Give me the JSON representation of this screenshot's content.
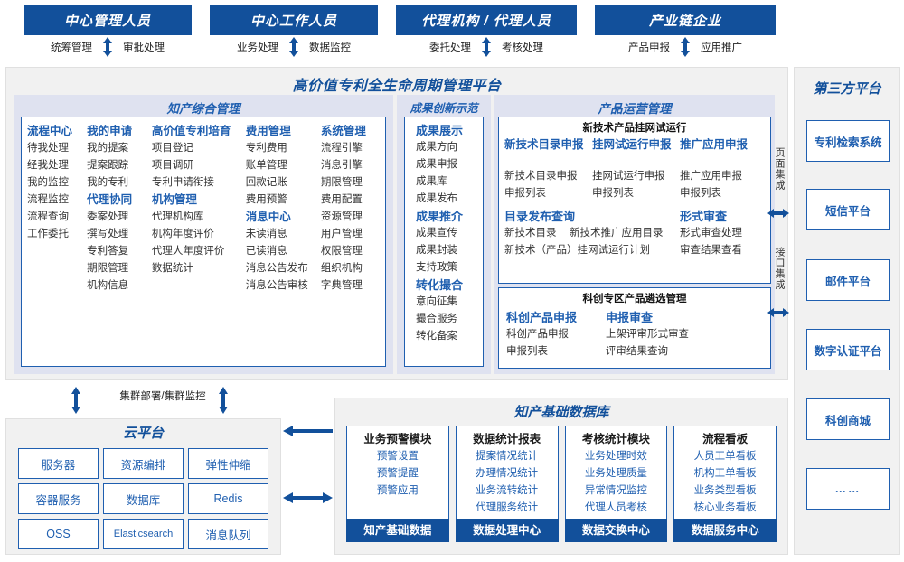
{
  "roles": [
    {
      "title": "中心管理人员",
      "left": "统筹管理",
      "right": "审批处理"
    },
    {
      "title": "中心工作人员",
      "left": "业务处理",
      "right": "数据监控"
    },
    {
      "title": "代理机构 / 代理人员",
      "left": "委托处理",
      "right": "考核处理"
    },
    {
      "title": "产业链企业",
      "left": "产品申报",
      "right": "应用推广"
    }
  ],
  "platform": {
    "title": "高价值专利全生命周期管理平台",
    "groups": {
      "ip_management": {
        "title": "知产综合管理",
        "columns": [
          {
            "blocks": [
              {
                "head": "流程中心",
                "items": [
                  "待我处理",
                  "经我处理",
                  "我的监控",
                  "流程监控",
                  "流程查询",
                  "工作委托"
                ]
              }
            ]
          },
          {
            "blocks": [
              {
                "head": "我的申请",
                "items": [
                  "我的提案",
                  "提案跟踪",
                  "我的专利"
                ]
              },
              {
                "head": "代理协同",
                "items": [
                  "委案处理",
                  "撰写处理",
                  "专利答复",
                  "期限管理",
                  "机构信息"
                ]
              }
            ]
          },
          {
            "blocks": [
              {
                "head": "高价值专利培育",
                "items": [
                  "项目登记",
                  "项目调研",
                  "专利申请衔接"
                ]
              },
              {
                "head": "机构管理",
                "items": [
                  "代理机构库",
                  "机构年度评价",
                  "代理人年度评价",
                  "数据统计"
                ]
              }
            ]
          },
          {
            "blocks": [
              {
                "head": "费用管理",
                "items": [
                  "专利费用",
                  "账单管理",
                  "回款记账",
                  "费用预警"
                ]
              },
              {
                "head": "消息中心",
                "items": [
                  "未读消息",
                  "已读消息",
                  "消息公告发布",
                  "消息公告审核"
                ]
              }
            ]
          },
          {
            "blocks": [
              {
                "head": "系统管理",
                "items": [
                  "流程引擎",
                  "消息引擎",
                  "期限管理",
                  "费用配置",
                  "资源管理",
                  "用户管理",
                  "权限管理",
                  "组织机构",
                  "字典管理"
                ]
              }
            ]
          }
        ]
      },
      "innovation": {
        "title": "成果创新示范",
        "blocks": [
          {
            "head": "成果展示",
            "items": [
              "成果方向",
              "成果申报",
              "成果库",
              "成果发布"
            ]
          },
          {
            "head": "成果推介",
            "items": [
              "成果宣传",
              "成果封装",
              "支持政策"
            ]
          },
          {
            "head": "转化撮合",
            "items": [
              "意向征集",
              "撮合服务",
              "转化备案"
            ]
          }
        ]
      },
      "product_ops": {
        "title": "产品运营管理",
        "sub_new_tech": {
          "title": "新技术产品挂网试运行",
          "row1": [
            {
              "head": "新技术目录申报",
              "items": [
                "新技术目录申报",
                "申报列表"
              ]
            },
            {
              "head": "挂网试运行申报",
              "items": [
                "挂网试运行申报",
                "申报列表"
              ]
            },
            {
              "head": "推广应用申报",
              "items": [
                "推广应用申报",
                "申报列表"
              ]
            }
          ],
          "row2_left": {
            "head": "目录发布查询",
            "items": [
              "新技术目录",
              "新技术推广应用目录",
              "新技术（产品）挂网试运行计划"
            ]
          },
          "row2_right": {
            "head": "形式审查",
            "items": [
              "形式审查处理",
              "审查结果查看"
            ]
          }
        },
        "sub_sci": {
          "title": "科创专区产品遴选管理",
          "columns": [
            {
              "head": "科创产品申报",
              "items": [
                "科创产品申报",
                "申报列表"
              ]
            },
            {
              "head": "申报审查",
              "items": [
                "上架评审形式审查",
                "评审结果查询"
              ]
            }
          ]
        }
      }
    },
    "integration_labels": {
      "page": "页面集成",
      "api": "接口集成"
    }
  },
  "third_party": {
    "title": "第三方平台",
    "items": [
      "专利检索系统",
      "短信平台",
      "邮件平台",
      "数字认证平台",
      "科创商城",
      "……"
    ]
  },
  "cloud": {
    "cluster_label": "集群部署/集群监控",
    "title": "云平台",
    "cells": [
      "服务器",
      "资源编排",
      "弹性伸缩",
      "容器服务",
      "数据库",
      "Redis",
      "OSS",
      "Elasticsearch",
      "消息队列"
    ]
  },
  "database": {
    "title": "知产基础数据库",
    "columns": [
      {
        "head": "业务预警模块",
        "items": [
          "预警设置",
          "预警提醒",
          "预警应用"
        ],
        "footer": "知产基础数据"
      },
      {
        "head": "数据统计报表",
        "items": [
          "提案情况统计",
          "办理情况统计",
          "业务流转统计",
          "代理服务统计"
        ],
        "footer": "数据处理中心"
      },
      {
        "head": "考核统计模块",
        "items": [
          "业务处理时效",
          "业务处理质量",
          "异常情况监控",
          "代理人员考核"
        ],
        "footer": "数据交换中心"
      },
      {
        "head": "流程看板",
        "items": [
          "人员工单看板",
          "机构工单看板",
          "业务类型看板",
          "核心业务看板"
        ],
        "footer": "数据服务中心"
      }
    ]
  },
  "colors": {
    "brand": "#12509b",
    "accent": "#1f5fb0",
    "group_bg": "#dfe2f0",
    "panel_bg": "#f1f1f1"
  }
}
